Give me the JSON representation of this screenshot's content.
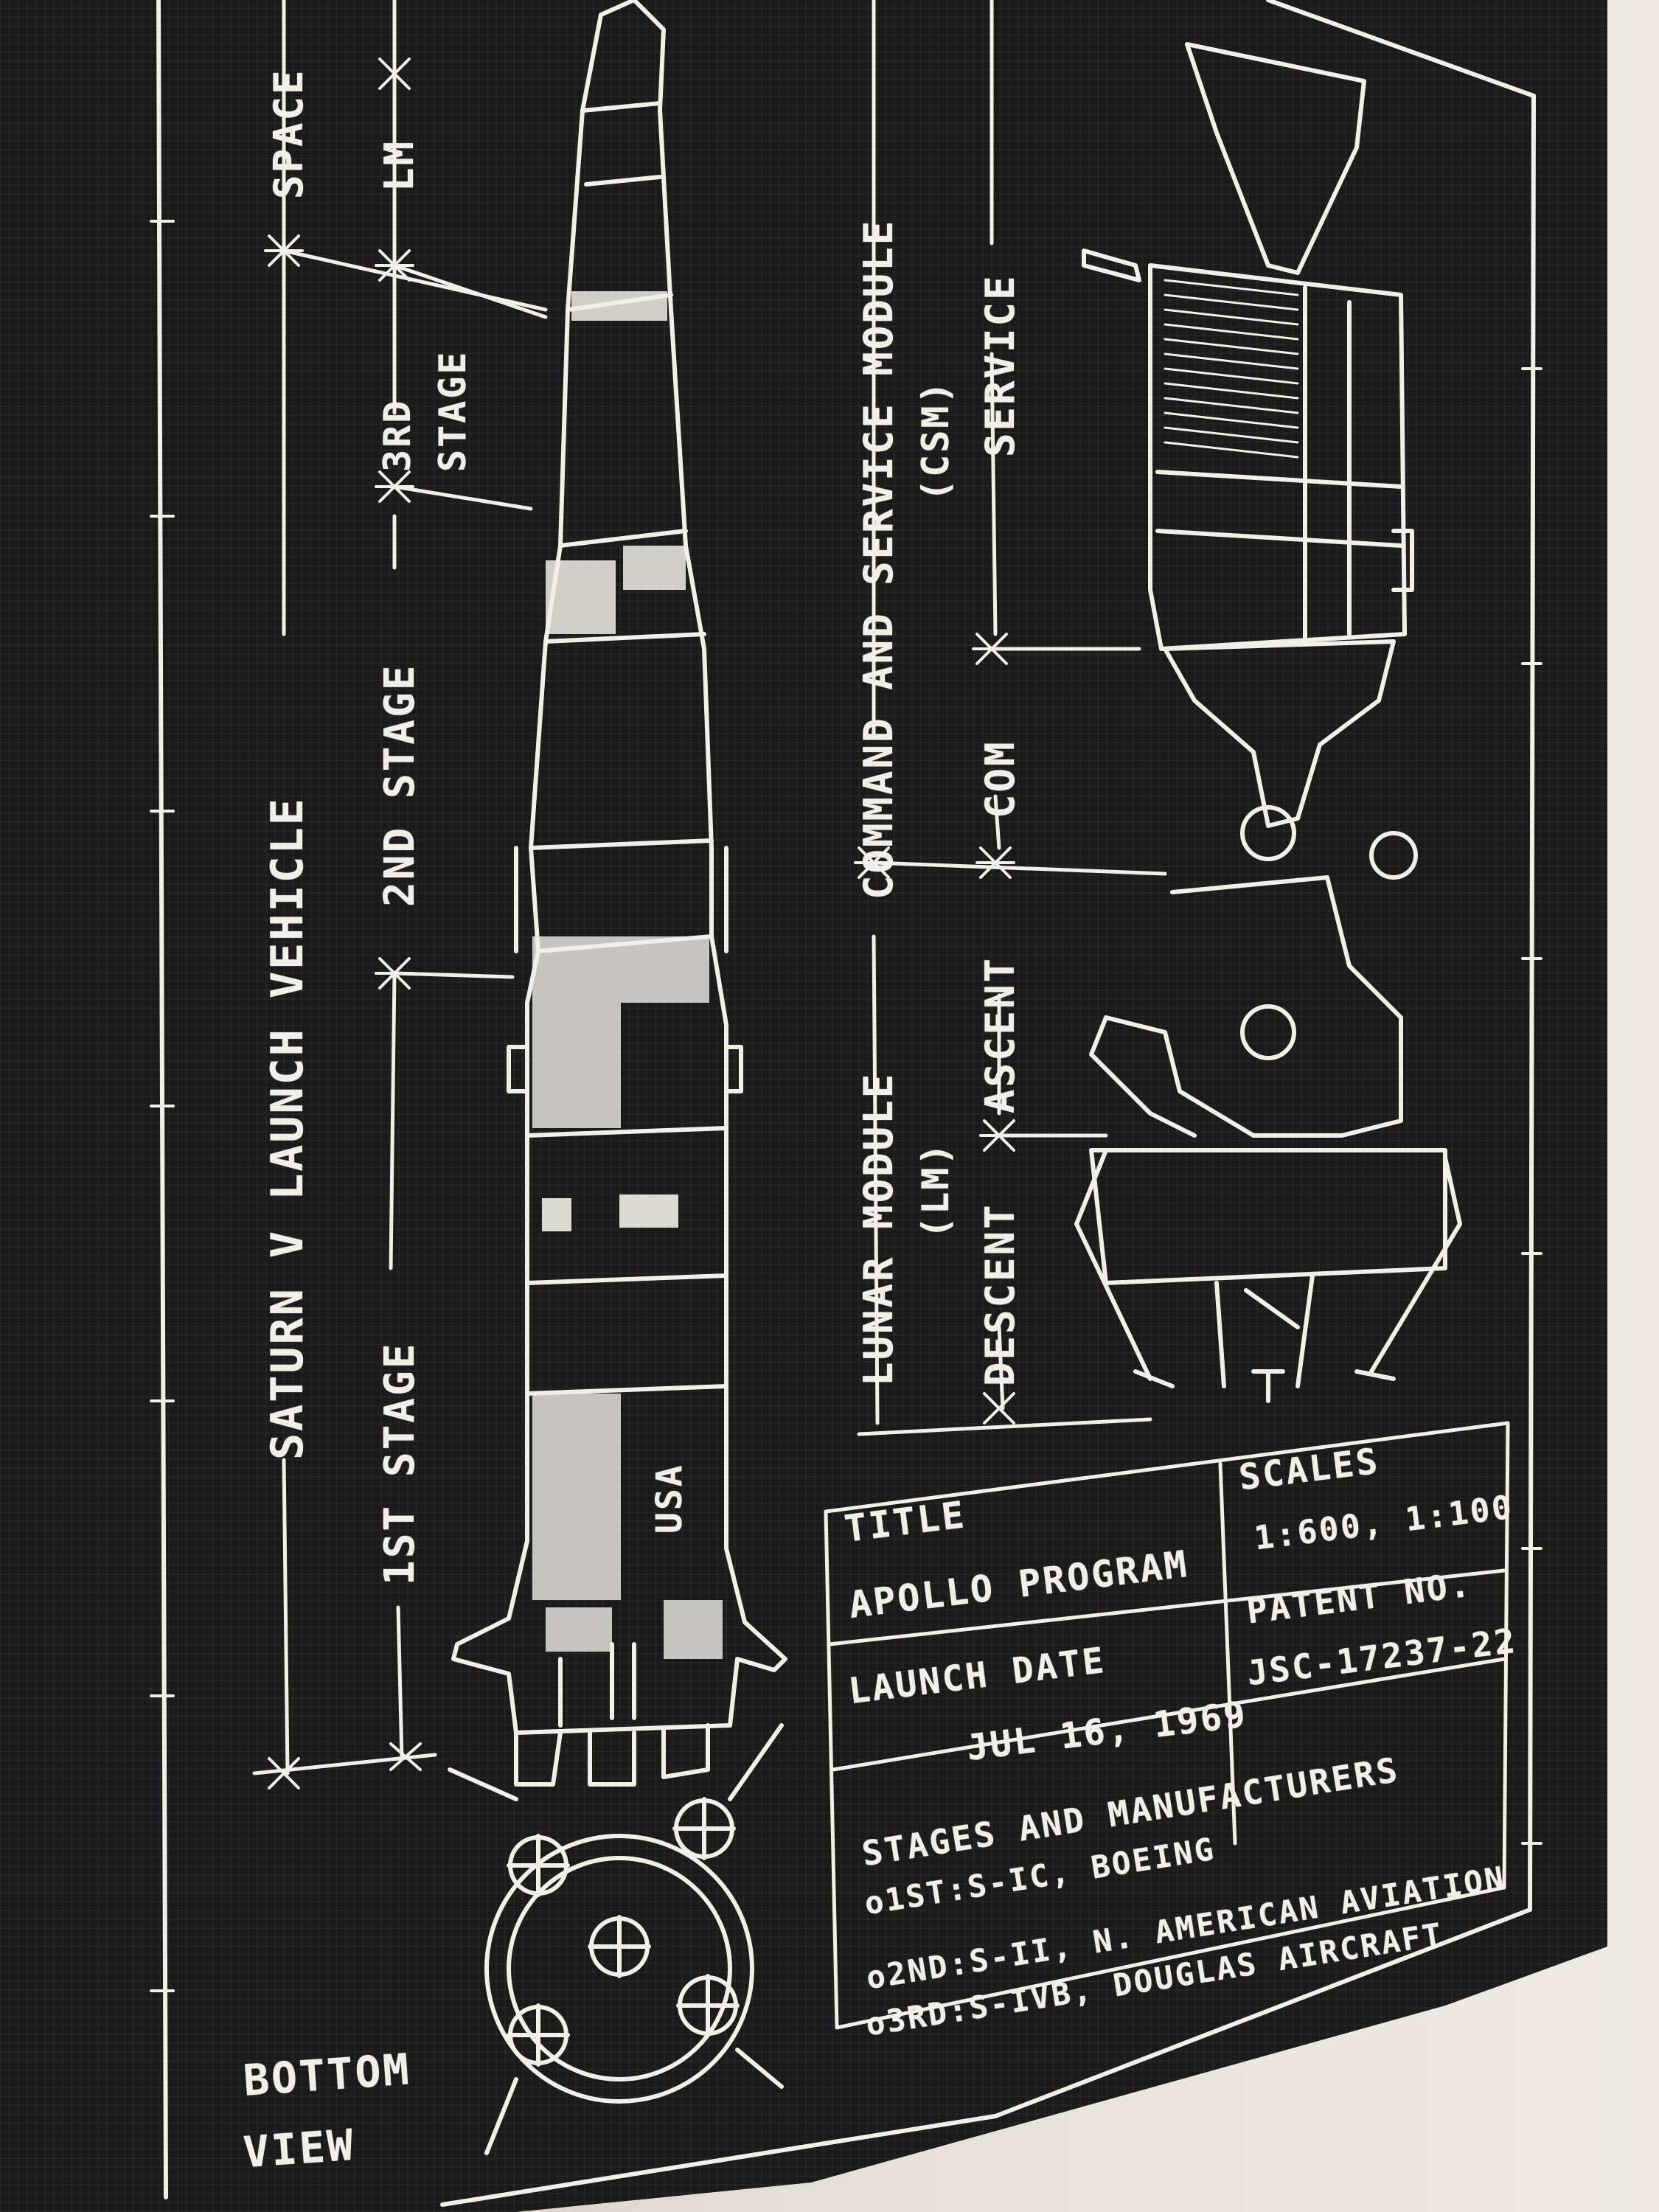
{
  "labels": {
    "spacecraft": "SPACE",
    "saturn": "SATURN V LAUNCH VEHICLE",
    "lm_top": "LM",
    "stage3": "3RD",
    "stage3b": "STAGE",
    "stage2": "2ND STAGE",
    "stage1": "1ST STAGE",
    "csm": "COMMAND AND SERVICE MODULE",
    "csm_abbr": "(CSM)",
    "service": "SERVICE",
    "com": "COM",
    "lunar": "LUNAR MODULE",
    "lm_abbr": "(LM)",
    "ascent": "ASCENT",
    "descent": "DESCENT",
    "bottom": "BOTTOM",
    "view": "VIEW",
    "usa": "USA"
  },
  "title_block": {
    "title_label": "TITLE",
    "title_value": "APOLLO PROGRAM",
    "scales_label": "SCALES",
    "scales_value": "1:600, 1:100",
    "launch_label": "LAUNCH DATE",
    "launch_value": "JUL 16, 1969",
    "patent_label": "PATENT NO.",
    "patent_value": "JSC-17237-22",
    "stages_label": "STAGES AND MANUFACTURERS",
    "rows": [
      "o1ST:S-IC, BOEING",
      "o2ND:S-II, N. AMERICAN AVIATION",
      "o3RD:S-IVB, DOUGLAS AIRCRAFT"
    ]
  },
  "colors": {
    "fabric": "#1a1a1b",
    "thread": "#f1efe8",
    "wall": "#e9e4dc"
  }
}
